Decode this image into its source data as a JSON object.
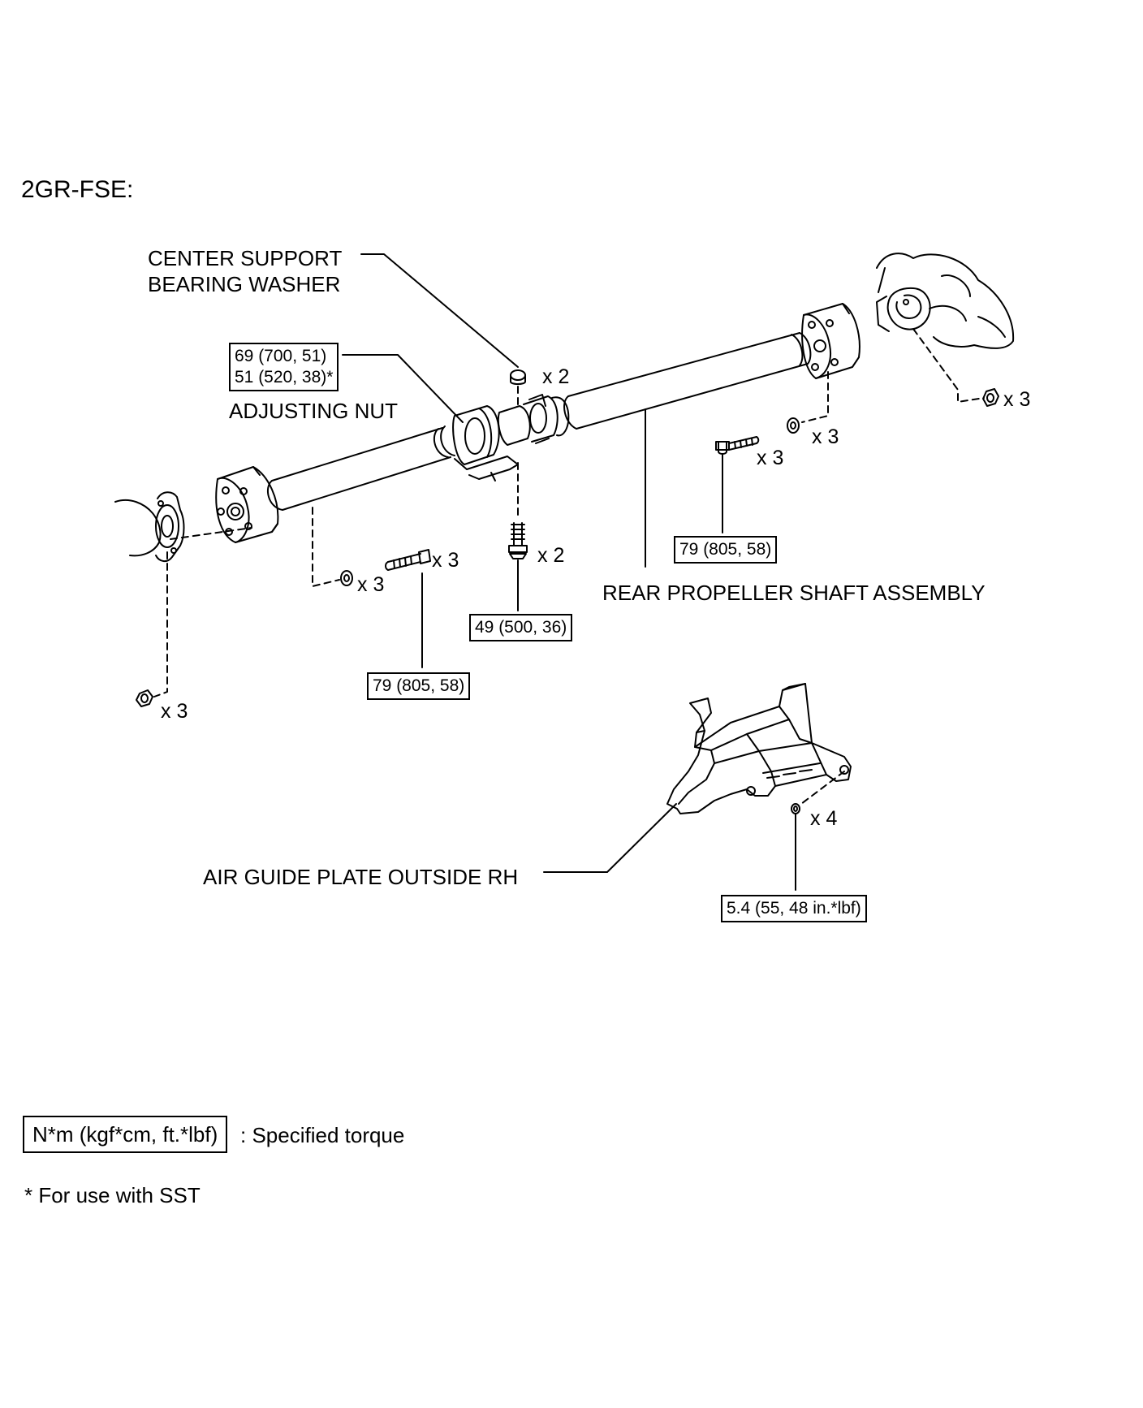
{
  "engine_label": "2GR-FSE:",
  "labels": {
    "center_support_washer_line1": "CENTER SUPPORT",
    "center_support_washer_line2": "BEARING WASHER",
    "adjusting_nut": "ADJUSTING NUT",
    "rear_propeller_shaft": "REAR PROPELLER SHAFT ASSEMBLY",
    "air_guide_plate": "AIR GUIDE PLATE OUTSIDE RH"
  },
  "torques": {
    "adjusting_nut_line1": "69 (700, 51)",
    "adjusting_nut_line2": "51 (520, 38)*",
    "rear_flange_bolt": "79 (805, 58)",
    "center_support_bolt": "49 (500, 36)",
    "front_flange_bolt": "79 (805, 58)",
    "air_guide_bolt": "5.4 (55, 48 in.*lbf)"
  },
  "quantities": {
    "washer": "x 2",
    "rear_nut": "x 3",
    "rear_washer": "x 3",
    "rear_bolt": "x 3",
    "center_bolt": "x 2",
    "front_bolt": "x 3",
    "front_washer": "x 3",
    "front_nut": "x 3",
    "air_guide_bolt": "x 4"
  },
  "legend": {
    "unit_box": "N*m (kgf*cm, ft.*lbf)",
    "unit_desc": ": Specified torque",
    "sst_note": "* For use with SST"
  }
}
